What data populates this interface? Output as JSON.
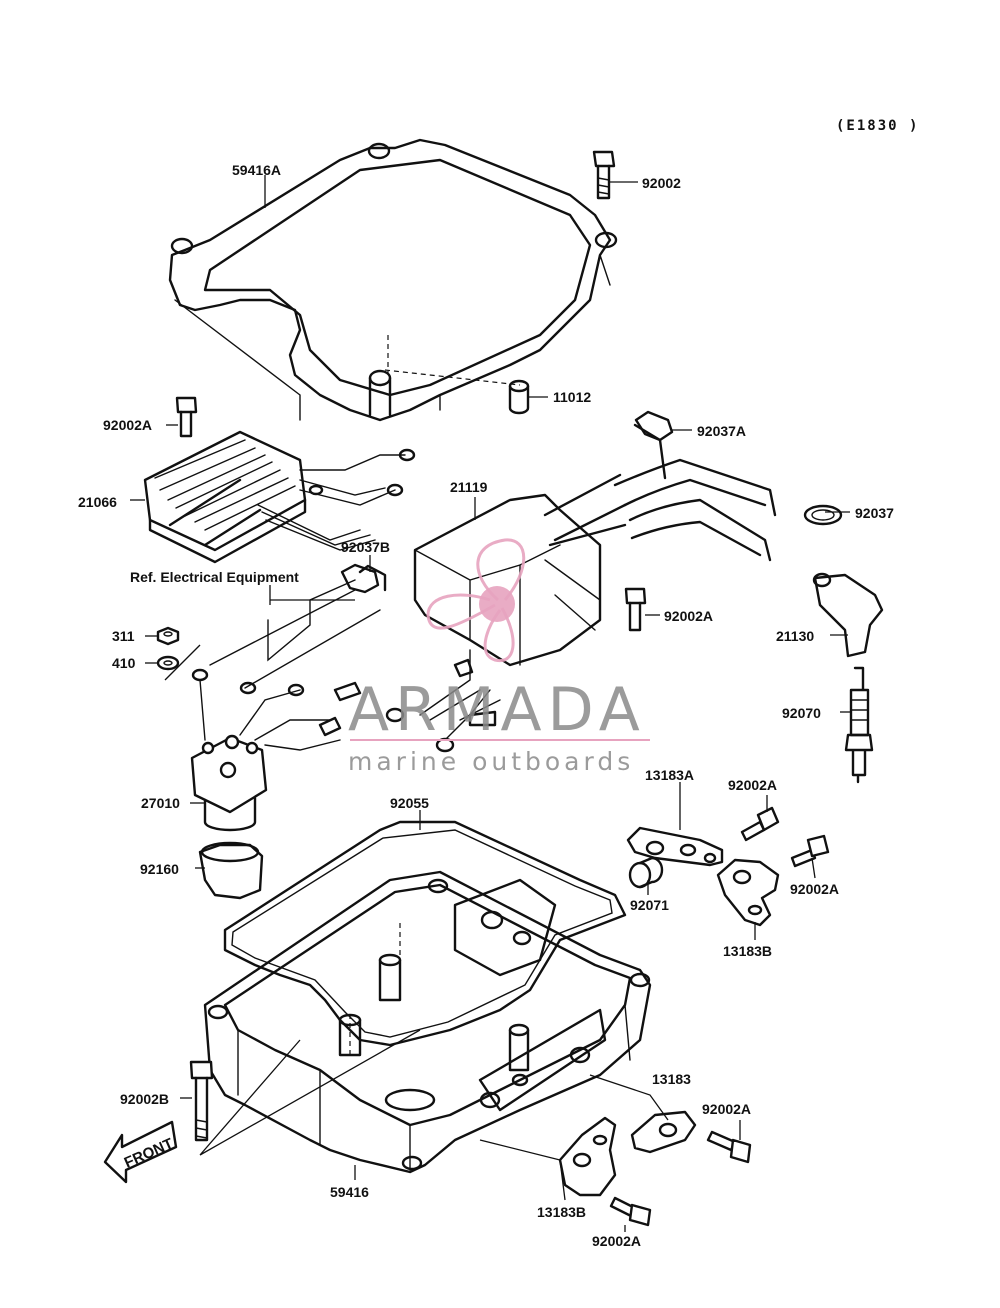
{
  "diagram_code": "(E1830 )",
  "parts": {
    "p59416A": "59416A",
    "p92002_top": "92002",
    "p11012": "11012",
    "p92002A_1": "92002A",
    "p21066": "21066",
    "p92037A": "92037A",
    "p21119": "21119",
    "p92037": "92037",
    "p92037B": "92037B",
    "p92002A_2": "92002A",
    "p21130": "21130",
    "p311": "311",
    "p410": "410",
    "p92070": "92070",
    "p27010": "27010",
    "p92055": "92055",
    "p13183A": "13183A",
    "p92002A_3": "92002A",
    "p92160": "92160",
    "p92071": "92071",
    "p92002A_4": "92002A",
    "p13183B_1": "13183B",
    "p92002B": "92002B",
    "p13183": "13183",
    "p92002A_5": "92002A",
    "p59416": "59416",
    "p13183B_2": "13183B",
    "p92002A_6": "92002A"
  },
  "ref_label": "Ref. Electrical Equipment",
  "front_label": "FRONT",
  "watermark": {
    "name": "ARMADA",
    "tagline": "marine outboards",
    "logo_color": "#e7a3bf"
  }
}
